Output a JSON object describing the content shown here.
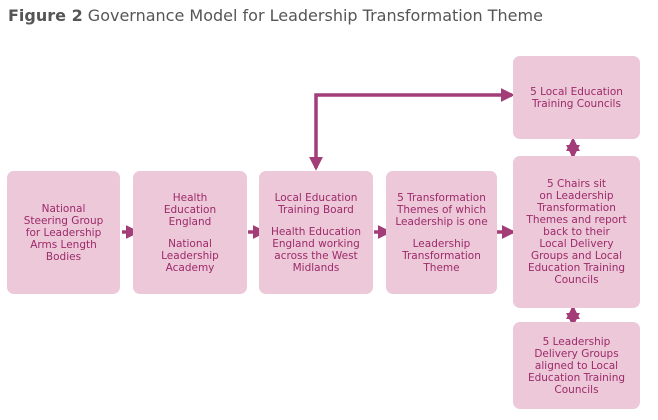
{
  "title": {
    "figure_label": "Figure 2",
    "text": "Governance Model for Leadership Transformation Theme"
  },
  "boxes": {
    "national_steering": {
      "lines": [
        "National",
        "Steering Group",
        "for Leadership",
        "Arms Length",
        "Bodies"
      ]
    },
    "hee": {
      "block1": [
        "Health",
        "Education",
        "England"
      ],
      "block2": [
        "National",
        "Leadership",
        "Academy"
      ]
    },
    "letb": {
      "block1": [
        "Local Education",
        "Training Board"
      ],
      "block2": [
        "Health Education",
        "England working",
        "across the West",
        "Midlands"
      ]
    },
    "themes": {
      "block1": [
        "5 Transformation",
        "Themes of which",
        "Leadership is one"
      ],
      "block2": [
        "Leadership",
        "Transformation",
        "Theme"
      ]
    },
    "councils": {
      "lines": [
        "5 Local Education",
        "Training Councils"
      ]
    },
    "chairs": {
      "lines": [
        "5 Chairs sit",
        "on Leadership",
        "Transformation",
        "Themes and report",
        "back to their",
        "Local Delivery",
        "Groups and Local",
        "Education Training",
        "Councils"
      ]
    },
    "delivery_groups": {
      "lines": [
        "5 Leadership",
        "Delivery Groups",
        "aligned to Local",
        "Education Training",
        "Councils"
      ]
    }
  },
  "colors": {
    "box_fill": "#ecc8d8",
    "text": "#9c2a6a",
    "arrow": "#a23d77",
    "title": "#555555"
  }
}
